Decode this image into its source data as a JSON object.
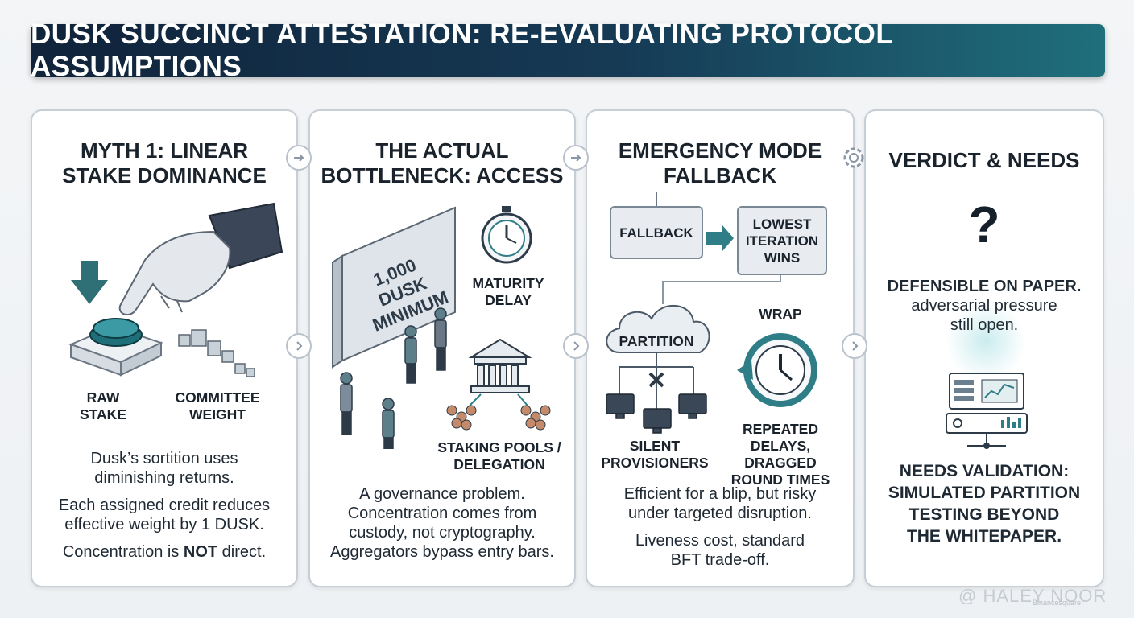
{
  "title": "DUSK SUCCINCT ATTESTATION: RE-EVALUATING PROTOCOL ASSUMPTIONS",
  "panels": [
    {
      "title": [
        "MYTH 1: LINEAR",
        "STAKE DOMINANCE"
      ],
      "labels": {
        "raw_stake": "RAW STAKE",
        "committee_weight": [
          "COMMITTEE",
          "WEIGHT"
        ]
      },
      "body": [
        [
          "Dusk’s sortition uses",
          "diminishing returns."
        ],
        [
          "Each assigned credit reduces",
          "effective weight by 1 DUSK."
        ],
        [
          "Concentration is ",
          "NOT",
          " direct."
        ]
      ]
    },
    {
      "title": [
        "THE ACTUAL",
        "BOTTLENECK: ACCESS"
      ],
      "sign_text": [
        "1,000 DUSK",
        "MINIMUM"
      ],
      "labels": {
        "maturity": [
          "MATURITY",
          "DELAY"
        ],
        "pools": [
          "STAKING POOLS /",
          "DELEGATION"
        ]
      },
      "body": [
        "A governance problem.",
        "Concentration comes from",
        "custody, not cryptography.",
        "Aggregators bypass entry bars."
      ]
    },
    {
      "title": [
        "EMERGENCY MODE",
        "FALLBACK"
      ],
      "boxes": {
        "fallback": "FALLBACK",
        "lowest": [
          "LOWEST",
          "ITERATION",
          "WINS"
        ]
      },
      "labels": {
        "partition": "PARTITION",
        "wrap": "WRAP",
        "silent": [
          "SILENT",
          "PROVISIONERS"
        ],
        "repeated": [
          "REPEATED",
          "DELAYS, DRAGGED",
          "ROUND TIMES"
        ]
      },
      "body": [
        [
          "Efficient for a blip, but risky",
          "under targeted disruption."
        ],
        [
          "Liveness cost, standard",
          "BFT trade-off."
        ]
      ]
    },
    {
      "title": "VERDICT & NEEDS",
      "question": "?",
      "verdict_bold": "DEFENSIBLE ON PAPER.",
      "verdict_text": [
        "adversarial pressure",
        "still open."
      ],
      "needs": [
        "NEEDS VALIDATION:",
        "SIMULATED PARTITION",
        "TESTING BEYOND",
        "THE WHITEPAPER."
      ]
    }
  ],
  "watermark": {
    "handle": "@ HALEY NOOR",
    "sub": "Binancesquare"
  },
  "colors": {
    "teal": "#2f7d86",
    "navy": "#10233a",
    "gray": "#7a8896"
  }
}
